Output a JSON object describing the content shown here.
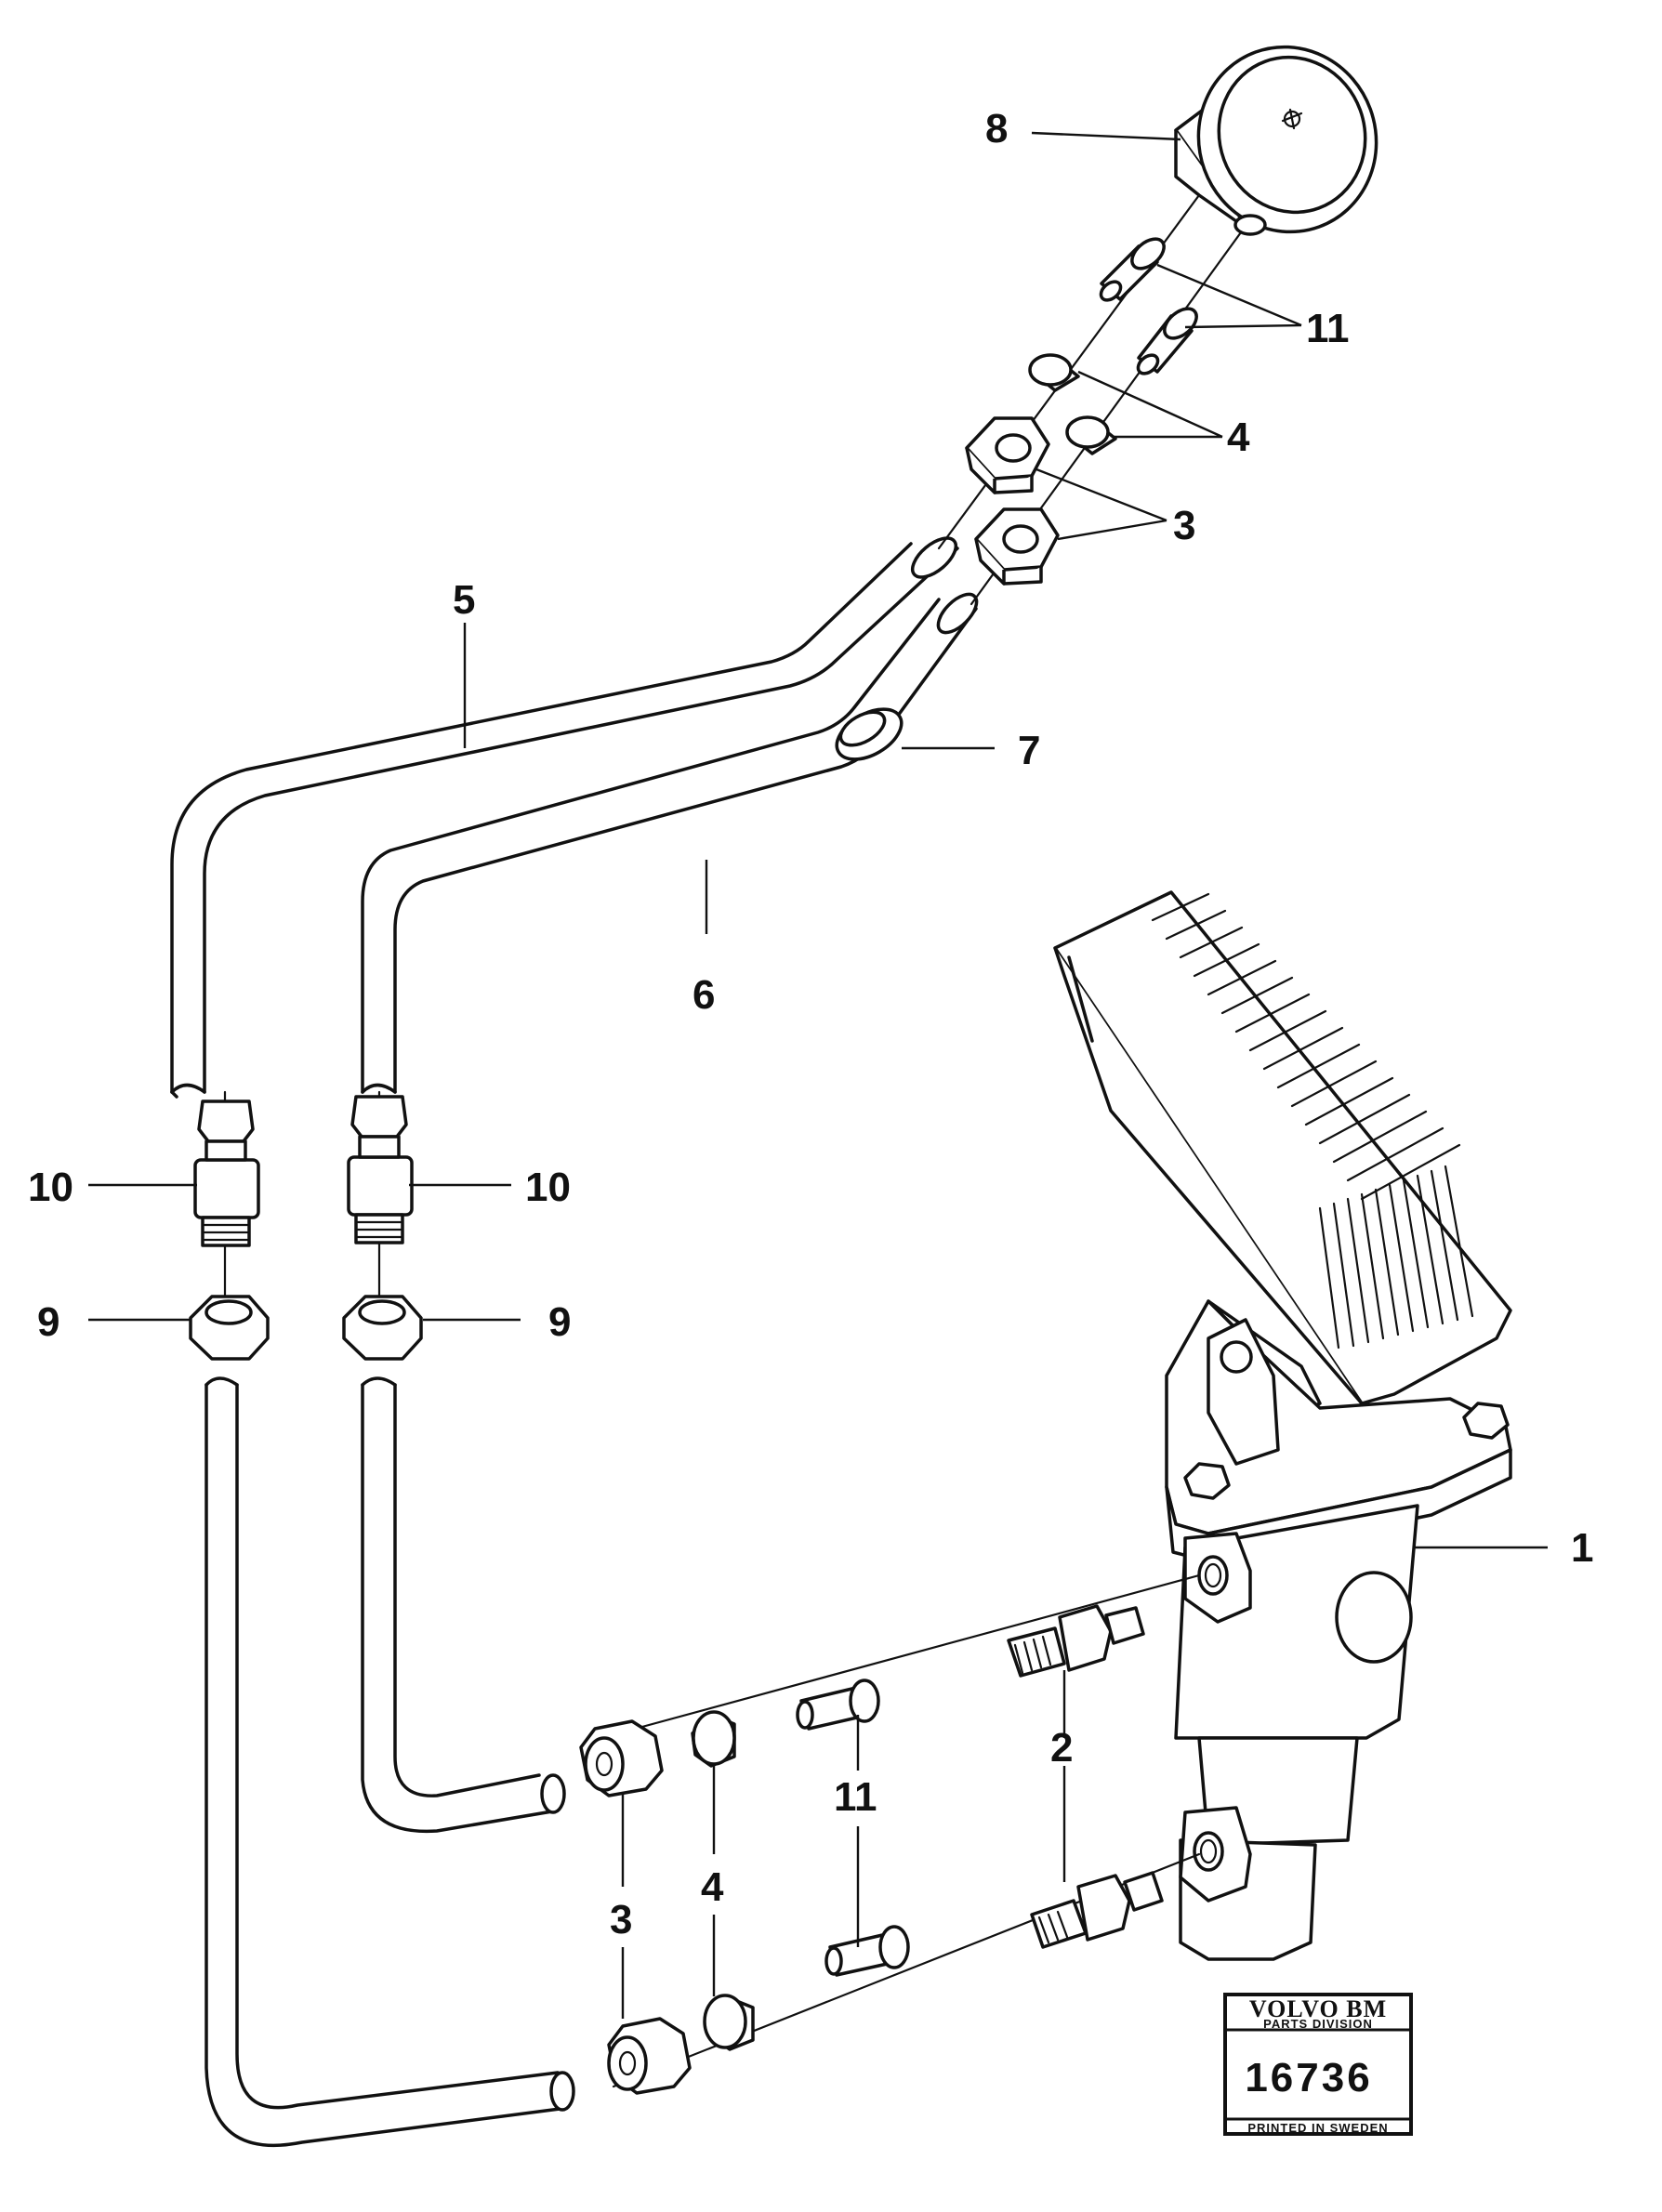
{
  "callouts": {
    "c1": "1",
    "c2": "2",
    "c3_upper": "3",
    "c3_lower": "3",
    "c4_upper": "4",
    "c4_lower": "4",
    "c5": "5",
    "c6": "6",
    "c7": "7",
    "c8": "8",
    "c9_left": "9",
    "c9_right": "9",
    "c10_left": "10",
    "c10_right": "10",
    "c11_upper": "11",
    "c11_lower": "11"
  },
  "badge": {
    "brand": "VOLVO BM",
    "division": "PARTS DIVISION",
    "number": "16736",
    "printed": "PRINTED IN SWEDEN"
  }
}
